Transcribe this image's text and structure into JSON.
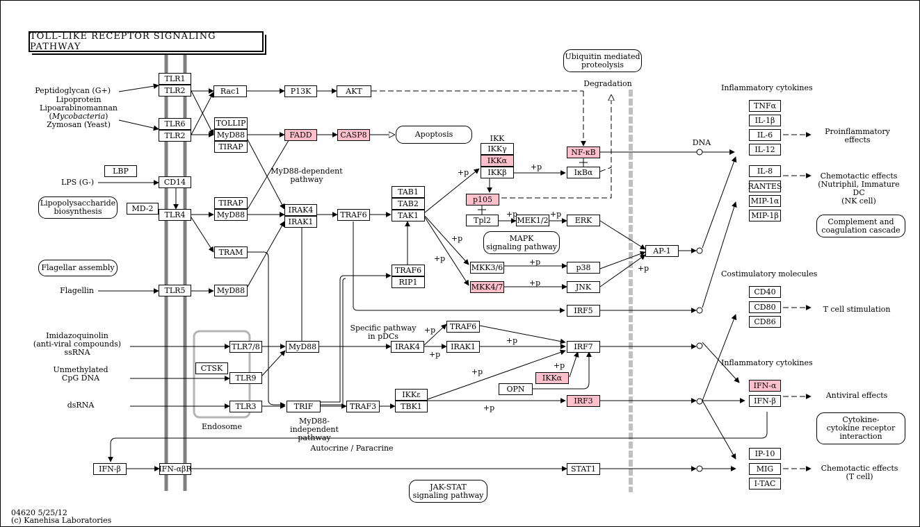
{
  "title": "TOLL-LIKE RECEPTOR SIGNALING PATHWAY",
  "footer": {
    "line1": "04620 5/25/12",
    "line2": "(c) Kanehisa Laboratories"
  },
  "colors": {
    "highlight": "#ffc0cb",
    "membrane": "#808080",
    "nuclear_membrane": "#c0c0c0"
  },
  "nodes": {
    "tlr1": "TLR1",
    "tlr2a": "TLR2",
    "tlr6": "TLR6",
    "tlr2b": "TLR2",
    "lbp": "LBP",
    "cd14": "CD14",
    "md2": "MD-2",
    "tlr4": "TLR4",
    "tlr5": "TLR5",
    "tlr78": "TLR7/8",
    "ctsk": "CTSK",
    "tlr9": "TLR9",
    "tlr3": "TLR3",
    "rac1": "Rac1",
    "p13k": "P13K",
    "akt": "AKT",
    "tollip": "TOLLIP",
    "myd88a": "MyD88",
    "tirapa": "TIRAP",
    "fadd": "FADD",
    "casp8": "CASP8",
    "tirapb": "TIRAP",
    "myd88b": "MyD88",
    "tram": "TRAM",
    "myd88c": "MyD88",
    "irak4a": "IRAK4",
    "irak1a": "IRAK1",
    "traf6a": "TRAF6",
    "tab1": "TAB1",
    "tab2": "TAB2",
    "tak1": "TAK1",
    "traf6b": "TRAF6",
    "rip1": "RIP1",
    "ikk": "IKK",
    "ikkg": "IKKγ",
    "ikka": "IKKα",
    "ikkb": "IKKβ",
    "nfkb": "NF-κB",
    "ikba": "IκBα",
    "p105": "p105",
    "tpl2": "Tpl2",
    "mek12": "MEK1/2",
    "erk": "ERK",
    "mkk36": "MKK3/6",
    "p38": "p38",
    "mkk47": "MKK4/7",
    "jnk": "JNK",
    "ap1": "AP-1",
    "irf5": "IRF5",
    "myd88d": "MyD88",
    "irak4b": "IRAK4",
    "irak1b": "IRAK1",
    "traf6c": "TRAF6",
    "irf7": "IRF7",
    "ikka2": "IKKα",
    "opn": "OPN",
    "irf3": "IRF3",
    "trif": "TRIF",
    "traf3": "TRAF3",
    "ikke": "IKKε",
    "tbk1": "TBK1",
    "ifnb1": "IFN-β",
    "ifnabr": "IFN-αβR",
    "stat1": "STAT1",
    "tnfa": "TNFα",
    "il1b": "IL-1β",
    "il6": "IL-6",
    "il12": "IL-12",
    "il8": "IL-8",
    "rantes": "RANTES",
    "mip1a": "MIP-1α",
    "mip1b": "MIP-1β",
    "cd40": "CD40",
    "cd80": "CD80",
    "cd86": "CD86",
    "ifna": "IFN-α",
    "ifnb2": "IFN-β",
    "ip10": "IP-10",
    "mig": "MIG",
    "itac": "I-TAC"
  },
  "maps": {
    "lps_bio": "Lipopolysaccharide\nbiosynthesis",
    "flagellar": "Flagellar assembly",
    "apoptosis": "Apoptosis",
    "ubiquitin": "Ubiquitin mediated\nproteolysis",
    "mapk": "MAPK\nsignaling pathway",
    "complement": "Complement and\ncoagulation cascade",
    "cytokine": "Cytokine-\ncytokine receptor\ninteraction",
    "jakstat": "JAK-STAT\nsignaling pathway"
  },
  "labels": {
    "ligands1a": "Peptidoglycan (G+)",
    "ligands1b": "Lipoprotein",
    "ligands1c": "Lipoarabinomannan",
    "ligands1d_pre": "(",
    "ligands1d_it": "Mycobacteria",
    "ligands1d_post": ")",
    "ligands1e": "Zymosan (Yeast)",
    "lps": "LPS (G-)",
    "flagellin": "Flagellin",
    "imid1": "Imidazoquinolin",
    "imid2": "(anti-viral compounds)",
    "imid3": "ssRNA",
    "cpg1": "Unmethylated",
    "cpg2": "CpG DNA",
    "dsrna": "dsRNA",
    "endosome": "Endosome",
    "myd88dep": "MyD88-dependent\npathway",
    "myd88indep": "MyD88-independent\npathway",
    "specific": "Specific pathway\nin pDCs",
    "autocrine": "Autocrine / Paracrine",
    "degradation": "Degradation",
    "dna": "DNA",
    "infl1": "Inflammatory cytokines",
    "costim": "Costimulatory molecules",
    "infl2": "Inflammatory cytokines",
    "proinfl": "Proinflammatory\neffects",
    "chemo1": "Chemotactic effects\n(Nutriphil, Immature DC\n(NK cell)",
    "tcell": "T cell stimulation",
    "antiviral": "Antiviral effects",
    "chemo2": "Chemotactic effects\n(T cell)",
    "p_plus": "+p"
  }
}
